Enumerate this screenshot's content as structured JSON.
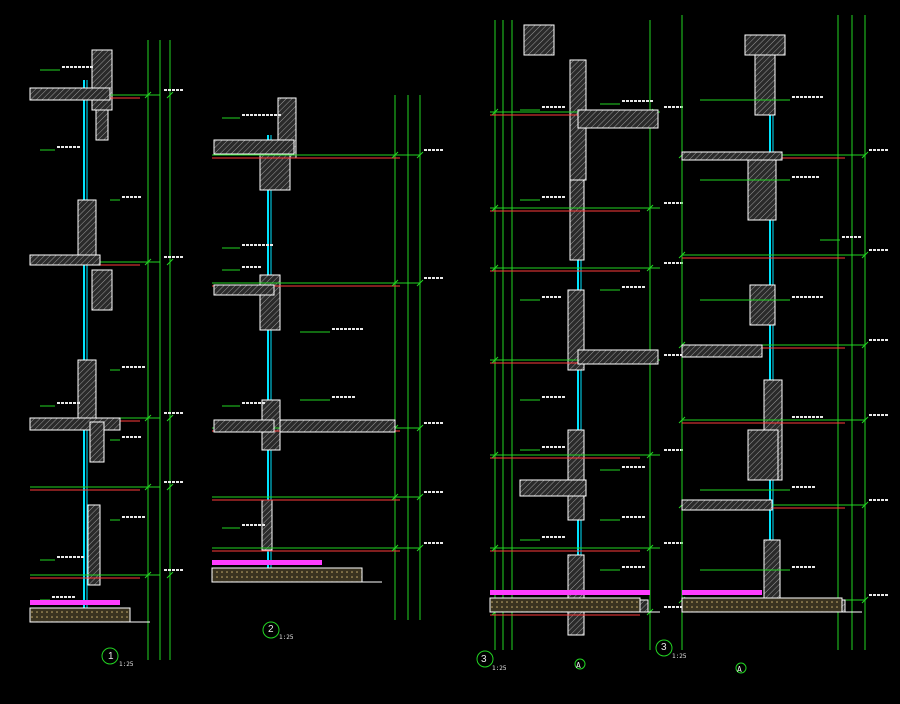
{
  "colors": {
    "background": "#000000",
    "wall_outline": "#ffffff",
    "wall_hatch": "#9a9a9a",
    "dimension_line": "#22d422",
    "glazing": "#00e5ff",
    "level_line": "#ff3b3b",
    "finish_band": "#ff3cff",
    "ground": "#c8b070",
    "text": "#e8e8e8"
  },
  "sections": [
    {
      "id": "section-1",
      "marker": "1"
    },
    {
      "id": "section-2",
      "marker": "2"
    },
    {
      "id": "section-3a",
      "marker": "3"
    },
    {
      "id": "section-3b",
      "marker": "3"
    }
  ],
  "axis_markers": [
    "A",
    "A"
  ],
  "scale_notes": [
    "1:25",
    "1:25",
    "1:25",
    "1:25"
  ]
}
